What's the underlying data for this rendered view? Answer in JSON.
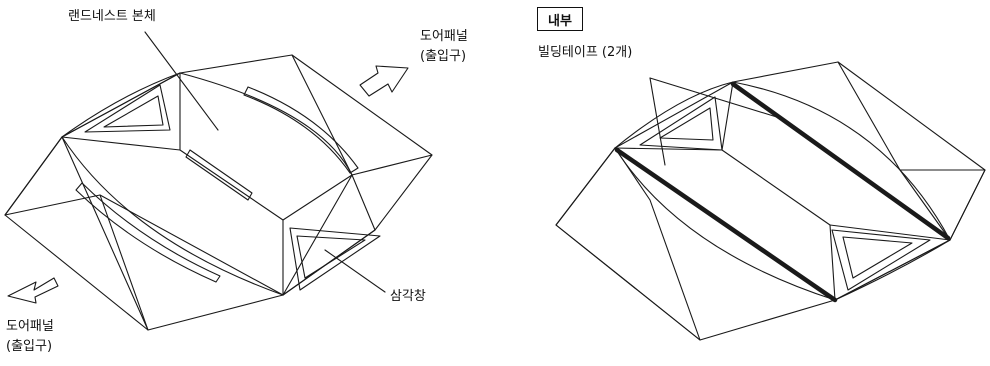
{
  "labels": {
    "body": "랜드네스트 본체",
    "door_right_line1": "도어패널",
    "door_right_line2": "(출입구)",
    "door_left_line1": "도어패널",
    "door_left_line2": "(출입구)",
    "triangle_window": "삼각창",
    "interior_box": "내부",
    "building_tape": "빌딩테이프 (2개)"
  }
}
